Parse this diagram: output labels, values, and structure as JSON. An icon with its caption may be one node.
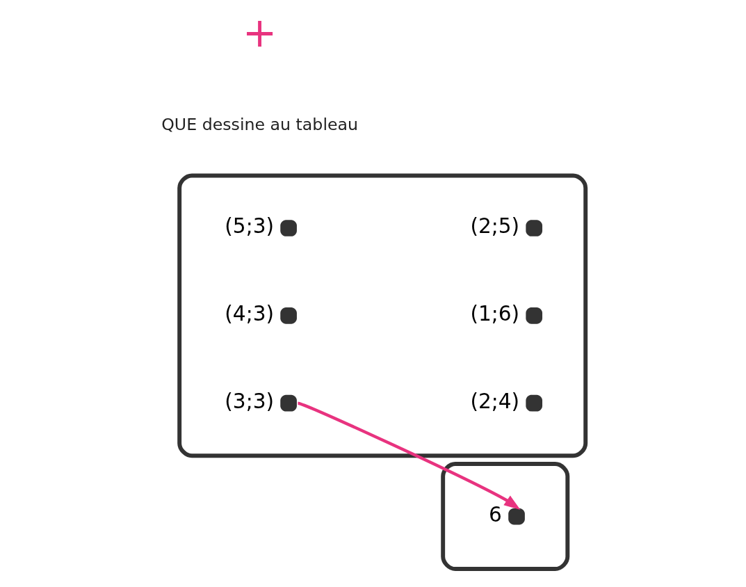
{
  "diagram": {
    "nodes": [
      {
        "text": [],
        "shape": "ellipse"
      },
      {
        "text": [],
        "shape": "circle",
        "in": 0,
        "beside": [
          "(3;3)"
        ]
      },
      {
        "text": [],
        "shape": "circle",
        "in": 0,
        "beside": [
          "(2;4)"
        ]
      },
      {
        "text": [],
        "shape": "circle",
        "in": 0,
        "beside": [
          "(5;3)"
        ]
      },
      {
        "text": [],
        "shape": "circle",
        "in": 0,
        "beside": [
          "(2;5)"
        ]
      },
      {
        "text": [],
        "shape": "circle",
        "in": 0,
        "beside": [
          "(4;3)"
        ]
      },
      {
        "text": [],
        "shape": "circle",
        "in": 0,
        "beside": [
          "(1;6)"
        ]
      },
      {
        "text": [],
        "shape": "ellipse"
      },
      {
        "text": [],
        "shape": "circle",
        "in": 7,
        "beside": [
          "6"
        ]
      }
    ],
    "edges": [
      {
        "from": 1,
        "to": 8,
        "arrow": "to",
        "color": "#e8337f"
      }
    ],
    "labels": [
      "QUE dessine au tableau",
      "+"
    ]
  }
}
